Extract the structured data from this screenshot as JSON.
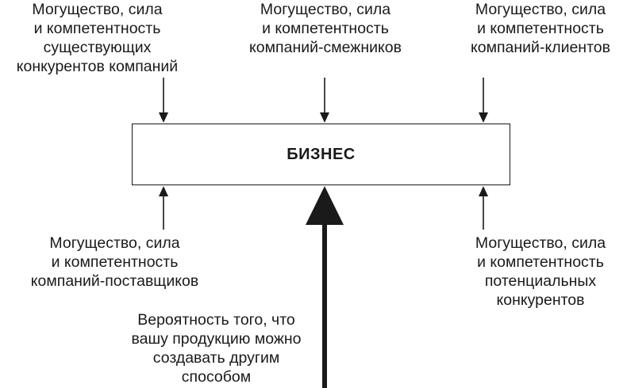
{
  "box": {
    "title": "БИЗНЕС"
  },
  "forces": {
    "top_left": [
      "Могущество, сила",
      "и компетентность",
      "существующих",
      "конкурентов компаний"
    ],
    "top_center": [
      "Могущество, сила",
      "и компетентность",
      "компаний-смежников"
    ],
    "top_right": [
      "Могущество, сила",
      "и компетентность",
      "компаний-клиентов"
    ],
    "bottom_left": [
      "Могущество, сила",
      "и компетентность",
      "компаний-поставщиков"
    ],
    "bottom_right": [
      "Могущество, сила",
      "и компетентность",
      "потенциальных",
      "конкурентов"
    ],
    "bottom_center": [
      "Вероятность того, что",
      "вашу продукцию можно",
      "создавать другим",
      "способом"
    ]
  }
}
